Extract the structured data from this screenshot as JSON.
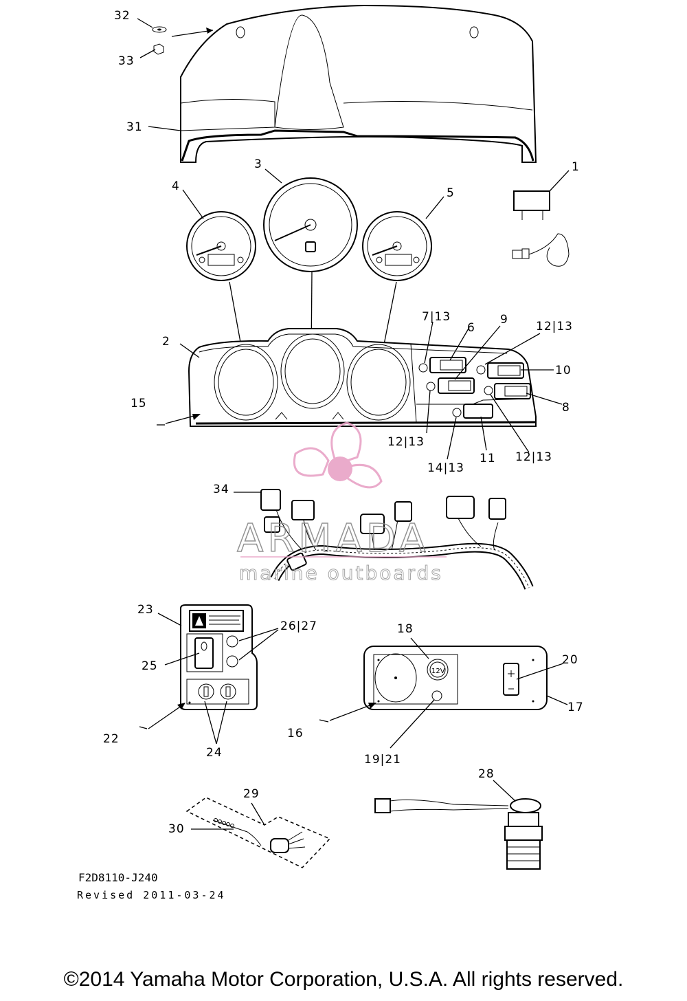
{
  "callouts": {
    "c1": "1",
    "c2": "2",
    "c3": "3",
    "c4": "4",
    "c5": "5",
    "c6": "6",
    "c7_13": "7|13",
    "c8": "8",
    "c9": "9",
    "c10": "10",
    "c11": "11",
    "c12_13_a": "12|13",
    "c12_13_b": "12|13",
    "c12_13_c": "12|13",
    "c14_13": "14|13",
    "c15": "15",
    "c16": "16",
    "c17": "17",
    "c18": "18",
    "c19_21": "19|21",
    "c20": "20",
    "c22": "22",
    "c23": "23",
    "c24": "24",
    "c25": "25",
    "c26_27": "26|27",
    "c28": "28",
    "c29": "29",
    "c30": "30",
    "c31": "31",
    "c32": "32",
    "c33": "33",
    "c34": "34"
  },
  "diagram_code": "F2D8110-J240",
  "revision": "Revised 2011-03-24",
  "socket_label": "12V",
  "watermark": {
    "title": "ARMADA",
    "subtitle": "marine outboards",
    "color": "#e8a3c6"
  },
  "copyright": "©2014 Yamaha Motor Corporation, U.S.A. All rights reserved."
}
